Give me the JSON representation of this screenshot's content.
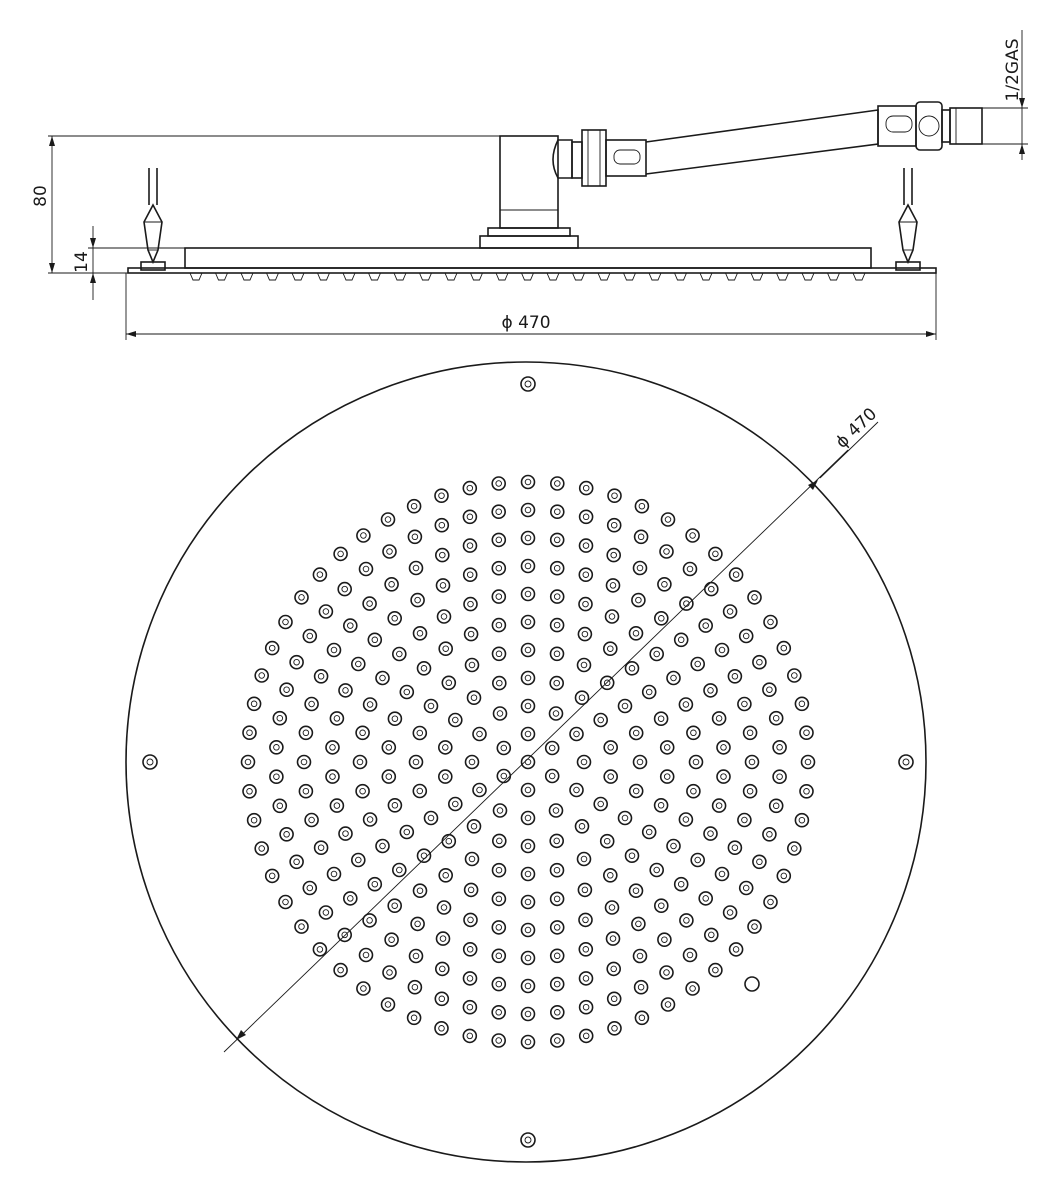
{
  "side_view": {
    "dim_height_total": "80",
    "dim_height_plate": "14",
    "dim_diameter": "ϕ 470",
    "dim_thread": "1/2GAS"
  },
  "top_view": {
    "dim_diameter": "ϕ 470"
  },
  "colors": {
    "line": "#1a1a1a",
    "background": "#ffffff"
  }
}
